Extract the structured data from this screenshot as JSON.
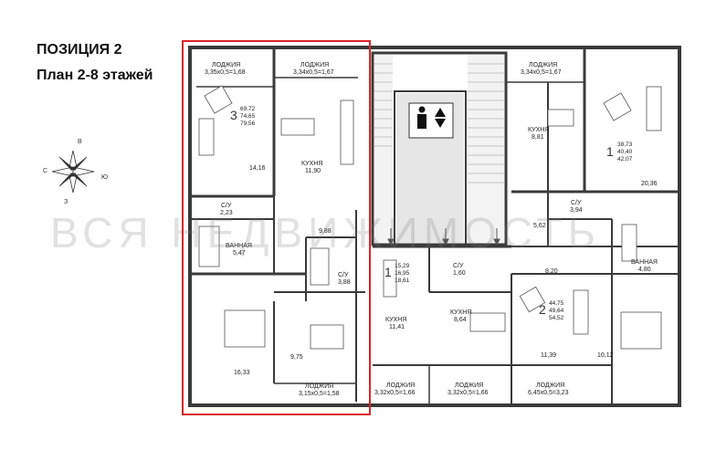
{
  "header": {
    "title": "ПОЗИЦИЯ 2",
    "subtitle": "План 2-8 этажей"
  },
  "watermark": "ВСЯ НЕДВИЖИМОСТЬ",
  "compass": {
    "n": "В",
    "w": "С",
    "e": "Ю",
    "s": "З"
  },
  "highlight_color": "#d9252a",
  "apt3": {
    "number": "3",
    "areas": [
      "69,72",
      "74,65",
      "79,56"
    ],
    "loggia_top_left": {
      "name": "ЛОДЖИЯ",
      "dims": "3,35х0,5=1,68"
    },
    "loggia_top_right": {
      "name": "ЛОДЖИЯ",
      "dims": "3,34х0,5=1,67"
    },
    "kitchen": {
      "name": "КУХНЯ",
      "area": "11,90"
    },
    "room1": "14,16",
    "su": {
      "name": "С/У",
      "area": "2,23"
    },
    "bath": {
      "name": "ВАННАЯ",
      "area": "5,47"
    },
    "hall": "9,88",
    "su2": {
      "name": "С/У",
      "area": "3,88"
    },
    "room2": "16,33",
    "room3": "9,75",
    "loggia_bottom": {
      "name": "ЛОДЖИЯ",
      "dims": "3,15х0,5=1,58"
    }
  },
  "apt1_left": {
    "number": "1",
    "areas": [
      "15,29",
      "16,95",
      "18,61"
    ],
    "kitchen": {
      "name": "КУХНЯ",
      "area": "11,41"
    },
    "su": {
      "name": "С/У",
      "area": "1,60"
    },
    "loggia": {
      "name": "ЛОДЖИЯ",
      "dims": "3,32х0,5=1,66"
    }
  },
  "apt2_small": {
    "kitchen": {
      "name": "КУХНЯ",
      "area": "8,64"
    },
    "loggia": {
      "name": "ЛОДЖИЯ",
      "dims": "3,32х0,5=1,66"
    }
  },
  "apt2": {
    "number": "2",
    "areas": [
      "44,75",
      "49,64",
      "54,52"
    ],
    "room": "11,39",
    "room2": "10,12",
    "hall": "8,20",
    "bath": {
      "name": "ВАННАЯ",
      "area": "4,80"
    },
    "loggia": {
      "name": "ЛОДЖИЯ",
      "dims": "6,45х0,5=3,23"
    }
  },
  "apt1_right": {
    "number": "1",
    "areas": [
      "38,73",
      "40,40",
      "42,07"
    ],
    "loggia": {
      "name": "ЛОДЖИЯ",
      "dims": "3,34х0,5=1,67"
    },
    "kitchen": {
      "name": "КУХНЯ",
      "area": "8,81"
    },
    "room": "20,36",
    "su": {
      "name": "С/У",
      "area": "3,94"
    },
    "hall": "5,62"
  }
}
